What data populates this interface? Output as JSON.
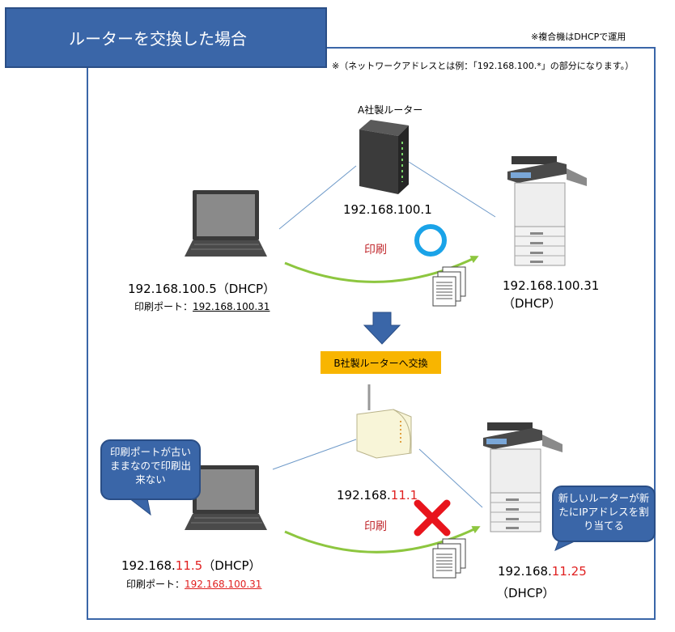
{
  "title": "ルーターを交換した場合",
  "notes": {
    "mfp_dhcp": "※複合機はDHCPで運用",
    "network_address": "※（ネットワークアドレスとは例：「192.168.100.*」の部分になります。）"
  },
  "before": {
    "router_label": "A社製ルーター",
    "router_ip": "192.168.100.1",
    "pc_ip": "192.168.100.5（DHCP）",
    "print_port_label": "印刷ポート：",
    "print_port_value": "192.168.100.31",
    "print_label": "印刷",
    "mfp_ip": "192.168.100.31",
    "mfp_mode": "（DHCP）",
    "result_symbol": "ok-circle"
  },
  "transition_label": "B社製ルーターへ交換",
  "after": {
    "router_ip_prefix": "192.168.",
    "router_ip_highlight": "11.1",
    "pc_ip_prefix": "192.168.",
    "pc_ip_highlight": "11.5",
    "pc_ip_suffix": "（DHCP）",
    "print_port_label": "印刷ポート：",
    "print_port_value": "192.168.100.31",
    "print_label": "印刷",
    "mfp_ip_prefix": "192.168.",
    "mfp_ip_highlight": "11.25",
    "mfp_mode": "（DHCP）",
    "result_symbol": "ng-cross",
    "pc_bubble": "印刷ポートが古いままなので印刷出来ない",
    "mfp_bubble": "新しいルーターが新たにIPアドレスを割り当てる"
  },
  "colors": {
    "frame": "#3a66a8",
    "accent_red": "#e02020",
    "arrow_green": "#8dc63f",
    "banner": "#f8b500",
    "ok_circle": "#1aa3e8",
    "ng_cross": "#e8141c"
  }
}
